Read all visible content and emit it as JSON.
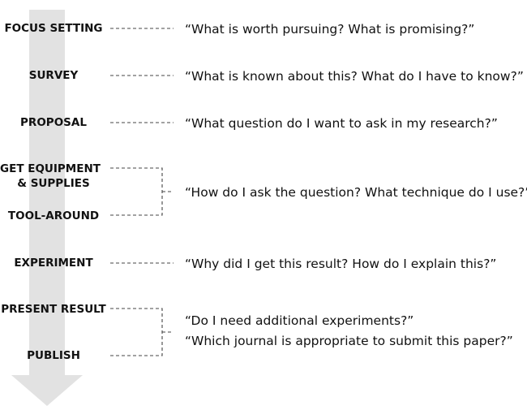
{
  "arrow_color": "#e2e2e2",
  "text_color": "#111111",
  "line_color": "#444444",
  "stages": [
    {
      "id": "focus-setting",
      "lines": [
        "FOCUS SETTING"
      ]
    },
    {
      "id": "survey",
      "lines": [
        "SURVEY"
      ]
    },
    {
      "id": "proposal",
      "lines": [
        "PROPOSAL"
      ]
    },
    {
      "id": "get-equipment",
      "lines": [
        "GET EQUIPMENT",
        "& SUPPLIES"
      ]
    },
    {
      "id": "tool-around",
      "lines": [
        "TOOL-AROUND"
      ]
    },
    {
      "id": "experiment",
      "lines": [
        "EXPERIMENT"
      ]
    },
    {
      "id": "present-result",
      "lines": [
        "PRESENT RESULT"
      ]
    },
    {
      "id": "publish",
      "lines": [
        "PUBLISH"
      ]
    }
  ],
  "questions": [
    {
      "id": "focus-setting",
      "lines": [
        "“What is worth pursuing? What is promising?”"
      ]
    },
    {
      "id": "survey",
      "lines": [
        "“What is known about this? What do I have to know?”"
      ]
    },
    {
      "id": "proposal",
      "lines": [
        "“What question do I want to ask in my research?”"
      ]
    },
    {
      "id": "equipment-tool-around",
      "lines": [
        "“How do I ask the question? What technique do I use?”"
      ]
    },
    {
      "id": "experiment",
      "lines": [
        "“Why did I get this result? How do I explain this?”"
      ]
    },
    {
      "id": "present-publish",
      "lines": [
        "“Do I need additional experiments?”",
        "“Which journal is appropriate to submit this paper?”"
      ]
    }
  ]
}
